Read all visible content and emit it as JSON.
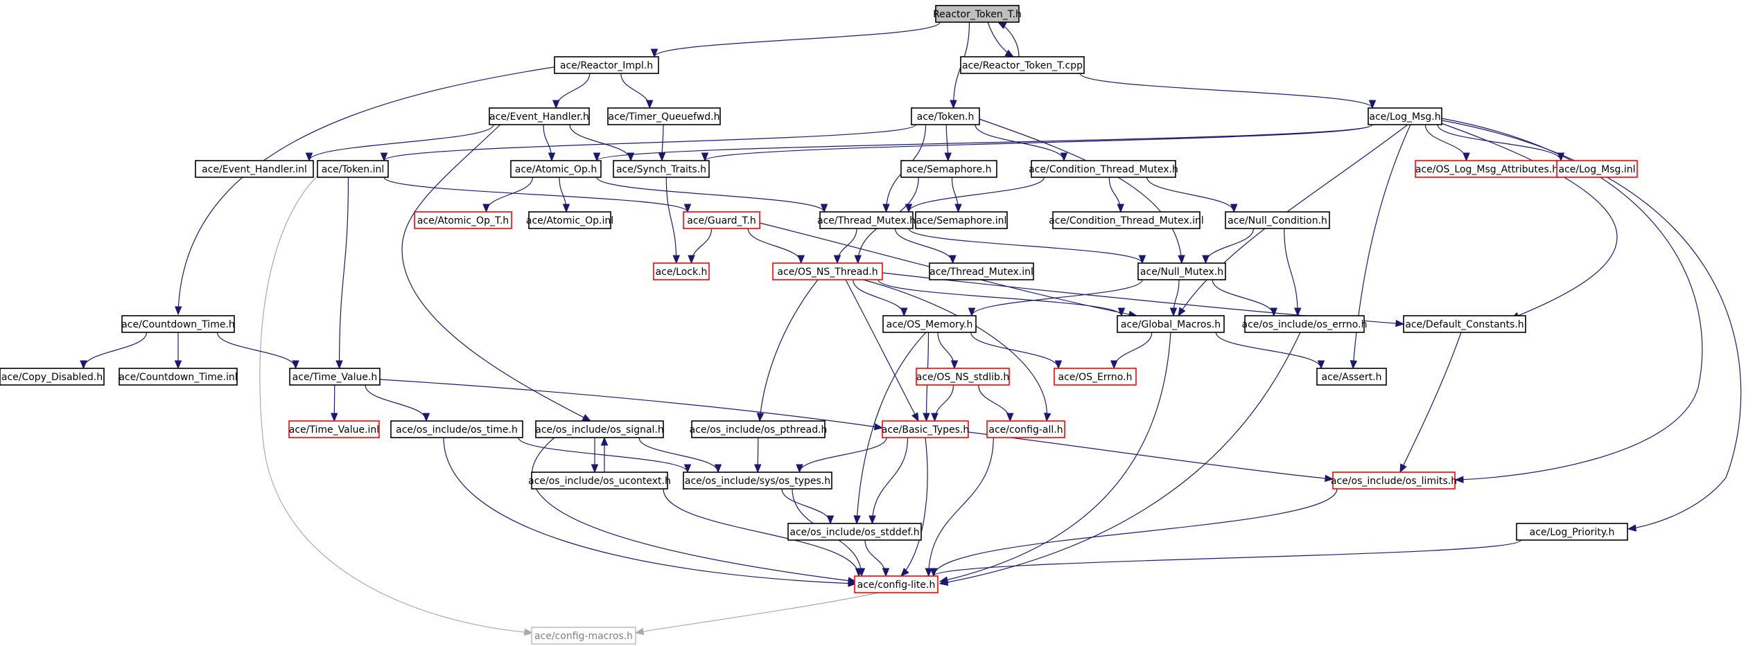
{
  "nodes": [
    {
      "id": "reactor_token_t_h",
      "label": "Reactor_Token_T.h",
      "style": "root"
    },
    {
      "id": "reactor_impl",
      "label": "ace/Reactor_Impl.h",
      "style": "black"
    },
    {
      "id": "reactor_token_t_cpp",
      "label": "ace/Reactor_Token_T.cpp",
      "style": "black"
    },
    {
      "id": "event_handler",
      "label": "ace/Event_Handler.h",
      "style": "black"
    },
    {
      "id": "timer_queuefwd",
      "label": "ace/Timer_Queuefwd.h",
      "style": "black"
    },
    {
      "id": "token_h",
      "label": "ace/Token.h",
      "style": "black"
    },
    {
      "id": "log_msg",
      "label": "ace/Log_Msg.h",
      "style": "black"
    },
    {
      "id": "event_handler_inl",
      "label": "ace/Event_Handler.inl",
      "style": "black"
    },
    {
      "id": "token_inl",
      "label": "ace/Token.inl",
      "style": "black"
    },
    {
      "id": "atomic_op",
      "label": "ace/Atomic_Op.h",
      "style": "black"
    },
    {
      "id": "synch_traits",
      "label": "ace/Synch_Traits.h",
      "style": "black"
    },
    {
      "id": "semaphore",
      "label": "ace/Semaphore.h",
      "style": "black"
    },
    {
      "id": "cond_thread_mutex",
      "label": "ace/Condition_Thread_Mutex.h",
      "style": "black"
    },
    {
      "id": "os_log_msg_attr",
      "label": "ace/OS_Log_Msg_Attributes.h",
      "style": "red"
    },
    {
      "id": "log_msg_inl",
      "label": "ace/Log_Msg.inl",
      "style": "red"
    },
    {
      "id": "atomic_op_t",
      "label": "ace/Atomic_Op_T.h",
      "style": "red"
    },
    {
      "id": "atomic_op_inl",
      "label": "ace/Atomic_Op.inl",
      "style": "black"
    },
    {
      "id": "guard_t",
      "label": "ace/Guard_T.h",
      "style": "red"
    },
    {
      "id": "thread_mutex",
      "label": "ace/Thread_Mutex.h",
      "style": "black"
    },
    {
      "id": "semaphore_inl",
      "label": "ace/Semaphore.inl",
      "style": "black"
    },
    {
      "id": "cond_thread_mutex_inl",
      "label": "ace/Condition_Thread_Mutex.inl",
      "style": "black"
    },
    {
      "id": "null_condition",
      "label": "ace/Null_Condition.h",
      "style": "black"
    },
    {
      "id": "lock",
      "label": "ace/Lock.h",
      "style": "red"
    },
    {
      "id": "os_ns_thread",
      "label": "ace/OS_NS_Thread.h",
      "style": "red"
    },
    {
      "id": "thread_mutex_inl",
      "label": "ace/Thread_Mutex.inl",
      "style": "black"
    },
    {
      "id": "null_mutex",
      "label": "ace/Null_Mutex.h",
      "style": "black"
    },
    {
      "id": "countdown_time",
      "label": "ace/Countdown_Time.h",
      "style": "black"
    },
    {
      "id": "os_memory",
      "label": "ace/OS_Memory.h",
      "style": "black"
    },
    {
      "id": "global_macros",
      "label": "ace/Global_Macros.h",
      "style": "black"
    },
    {
      "id": "os_errno_h",
      "label": "ace/os_include/os_errno.h",
      "style": "black"
    },
    {
      "id": "default_constants",
      "label": "ace/Default_Constants.h",
      "style": "black"
    },
    {
      "id": "copy_disabled",
      "label": "ace/Copy_Disabled.h",
      "style": "black"
    },
    {
      "id": "countdown_time_inl",
      "label": "ace/Countdown_Time.inl",
      "style": "black"
    },
    {
      "id": "time_value",
      "label": "ace/Time_Value.h",
      "style": "black"
    },
    {
      "id": "os_ns_stdlib",
      "label": "ace/OS_NS_stdlib.h",
      "style": "red"
    },
    {
      "id": "os_errno",
      "label": "ace/OS_Errno.h",
      "style": "red"
    },
    {
      "id": "assert",
      "label": "ace/Assert.h",
      "style": "black"
    },
    {
      "id": "time_value_inl",
      "label": "ace/Time_Value.inl",
      "style": "red"
    },
    {
      "id": "os_time",
      "label": "ace/os_include/os_time.h",
      "style": "black"
    },
    {
      "id": "os_signal",
      "label": "ace/os_include/os_signal.h",
      "style": "black"
    },
    {
      "id": "os_pthread",
      "label": "ace/os_include/os_pthread.h",
      "style": "black"
    },
    {
      "id": "basic_types",
      "label": "ace/Basic_Types.h",
      "style": "red"
    },
    {
      "id": "config_all",
      "label": "ace/config-all.h",
      "style": "red"
    },
    {
      "id": "os_ucontext",
      "label": "ace/os_include/os_ucontext.h",
      "style": "black"
    },
    {
      "id": "os_types",
      "label": "ace/os_include/sys/os_types.h",
      "style": "black"
    },
    {
      "id": "os_limits",
      "label": "ace/os_include/os_limits.h",
      "style": "red"
    },
    {
      "id": "os_stddef",
      "label": "ace/os_include/os_stddef.h",
      "style": "black"
    },
    {
      "id": "log_priority",
      "label": "ace/Log_Priority.h",
      "style": "black"
    },
    {
      "id": "config_lite",
      "label": "ace/config-lite.h",
      "style": "red"
    },
    {
      "id": "config_macros",
      "label": "ace/config-macros.h",
      "style": "grey"
    }
  ],
  "edges": [
    [
      "reactor_token_t_h",
      "reactor_impl"
    ],
    [
      "reactor_token_t_h",
      "reactor_token_t_cpp"
    ],
    [
      "reactor_token_t_cpp",
      "reactor_token_t_h"
    ],
    [
      "reactor_token_t_h",
      "token_h"
    ],
    [
      "reactor_impl",
      "event_handler"
    ],
    [
      "reactor_impl",
      "timer_queuefwd"
    ],
    [
      "reactor_impl",
      "countdown_time"
    ],
    [
      "reactor_token_t_cpp",
      "log_msg"
    ],
    [
      "event_handler",
      "event_handler_inl"
    ],
    [
      "event_handler",
      "atomic_op"
    ],
    [
      "event_handler",
      "synch_traits"
    ],
    [
      "event_handler",
      "os_signal"
    ],
    [
      "timer_queuefwd",
      "synch_traits"
    ],
    [
      "token_h",
      "token_inl"
    ],
    [
      "token_h",
      "semaphore"
    ],
    [
      "token_h",
      "cond_thread_mutex"
    ],
    [
      "token_h",
      "thread_mutex"
    ],
    [
      "token_h",
      "null_mutex"
    ],
    [
      "log_msg",
      "atomic_op"
    ],
    [
      "log_msg",
      "synch_traits"
    ],
    [
      "log_msg",
      "os_log_msg_attr"
    ],
    [
      "log_msg",
      "log_msg_inl"
    ],
    [
      "log_msg",
      "global_macros"
    ],
    [
      "log_msg",
      "default_constants"
    ],
    [
      "log_msg",
      "assert"
    ],
    [
      "log_msg",
      "os_limits"
    ],
    [
      "log_msg",
      "log_priority"
    ],
    [
      "token_inl",
      "guard_t"
    ],
    [
      "token_inl",
      "time_value"
    ],
    [
      "token_inl",
      "config_macros"
    ],
    [
      "atomic_op",
      "atomic_op_t"
    ],
    [
      "atomic_op",
      "atomic_op_inl"
    ],
    [
      "atomic_op",
      "thread_mutex"
    ],
    [
      "synch_traits",
      "lock"
    ],
    [
      "semaphore",
      "semaphore_inl"
    ],
    [
      "semaphore",
      "os_ns_thread"
    ],
    [
      "cond_thread_mutex",
      "thread_mutex"
    ],
    [
      "cond_thread_mutex",
      "cond_thread_mutex_inl"
    ],
    [
      "cond_thread_mutex",
      "null_condition"
    ],
    [
      "guard_t",
      "lock"
    ],
    [
      "guard_t",
      "os_ns_thread"
    ],
    [
      "guard_t",
      "global_macros"
    ],
    [
      "thread_mutex",
      "os_ns_thread"
    ],
    [
      "thread_mutex",
      "thread_mutex_inl"
    ],
    [
      "thread_mutex",
      "null_mutex"
    ],
    [
      "null_condition",
      "null_mutex"
    ],
    [
      "null_condition",
      "os_errno_h"
    ],
    [
      "null_mutex",
      "os_memory"
    ],
    [
      "null_mutex",
      "global_macros"
    ],
    [
      "null_mutex",
      "os_errno_h"
    ],
    [
      "os_ns_thread",
      "os_memory"
    ],
    [
      "os_ns_thread",
      "global_macros"
    ],
    [
      "os_ns_thread",
      "default_constants"
    ],
    [
      "os_ns_thread",
      "os_pthread"
    ],
    [
      "os_ns_thread",
      "basic_types"
    ],
    [
      "os_ns_thread",
      "config_all"
    ],
    [
      "countdown_time",
      "copy_disabled"
    ],
    [
      "countdown_time",
      "countdown_time_inl"
    ],
    [
      "countdown_time",
      "time_value"
    ],
    [
      "os_memory",
      "os_ns_stdlib"
    ],
    [
      "os_memory",
      "os_errno"
    ],
    [
      "os_memory",
      "basic_types"
    ],
    [
      "os_memory",
      "os_stddef"
    ],
    [
      "global_macros",
      "os_errno"
    ],
    [
      "global_macros",
      "assert"
    ],
    [
      "global_macros",
      "config_lite"
    ],
    [
      "os_errno_h",
      "config_lite"
    ],
    [
      "default_constants",
      "os_limits"
    ],
    [
      "time_value",
      "time_value_inl"
    ],
    [
      "time_value",
      "os_time"
    ],
    [
      "time_value",
      "basic_types"
    ],
    [
      "os_ns_stdlib",
      "basic_types"
    ],
    [
      "os_ns_stdlib",
      "config_all"
    ],
    [
      "os_time",
      "os_types"
    ],
    [
      "os_time",
      "config_lite"
    ],
    [
      "os_signal",
      "os_ucontext"
    ],
    [
      "os_ucontext",
      "os_signal"
    ],
    [
      "os_signal",
      "os_types"
    ],
    [
      "os_signal",
      "config_lite"
    ],
    [
      "os_pthread",
      "os_types"
    ],
    [
      "basic_types",
      "os_types"
    ],
    [
      "basic_types",
      "os_stddef"
    ],
    [
      "basic_types",
      "config_lite"
    ],
    [
      "basic_types",
      "os_limits"
    ],
    [
      "config_all",
      "config_lite"
    ],
    [
      "os_ucontext",
      "config_lite"
    ],
    [
      "os_types",
      "os_stddef"
    ],
    [
      "os_types",
      "config_lite"
    ],
    [
      "os_limits",
      "config_lite"
    ],
    [
      "os_stddef",
      "config_lite"
    ],
    [
      "log_priority",
      "config_lite"
    ],
    [
      "config_lite",
      "config_macros"
    ]
  ]
}
